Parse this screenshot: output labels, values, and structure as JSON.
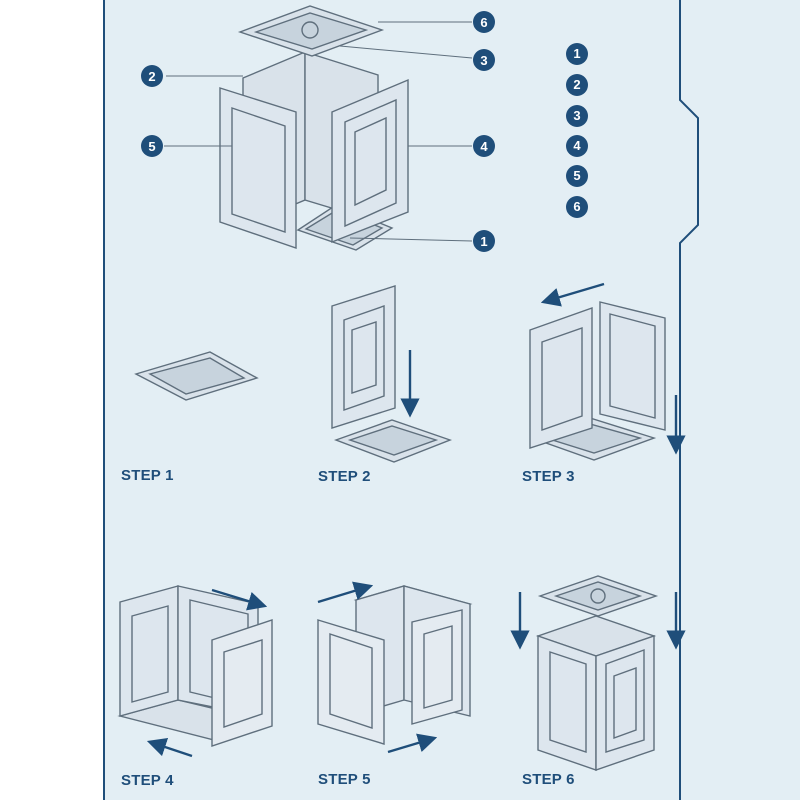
{
  "colors": {
    "background": "#e3eef4",
    "accent": "#1f4e7a",
    "outline": "#5f6f7d",
    "panel_fill": "#d9e2ea"
  },
  "callouts": [
    "1",
    "2",
    "3",
    "4",
    "5",
    "6"
  ],
  "legend": [
    "1",
    "2",
    "3",
    "4",
    "5",
    "6"
  ],
  "steps": [
    {
      "label": "STEP 1"
    },
    {
      "label": "STEP 2"
    },
    {
      "label": "STEP 3"
    },
    {
      "label": "STEP 4"
    },
    {
      "label": "STEP 5"
    },
    {
      "label": "STEP 6"
    }
  ]
}
